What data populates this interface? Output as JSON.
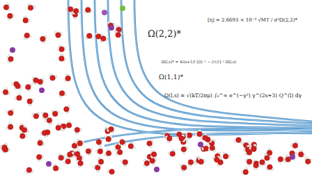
{
  "diagram": {
    "labels": [
      "Ω(2,2)*",
      "[η] = 2.6693 × 10⁻⁵ √MT / σ²Ω(2,2)*",
      "Ω(l,s)* = 4/(s+1)! [(l)⁻¹ − (½)ˡ]⁻¹ Ω(l,s)",
      "Ω(1,1)*",
      "Ω(l,s) = √(kT/2πμ) ∫₀^∞ e^(−γ²) γ^(2s+3) Q^(l) dγ"
    ]
  }
}
